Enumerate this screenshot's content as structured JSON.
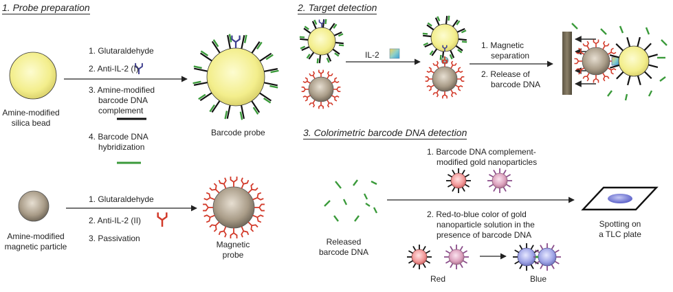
{
  "sections": {
    "probe_preparation": "1. Probe preparation",
    "target_detection": "2. Target detection",
    "colorimetric": "3. Colorimetric barcode DNA detection"
  },
  "probe": {
    "silica_bead_line1": "Amine-modified",
    "silica_bead_line2": "silica bead",
    "step1": "1. Glutaraldehyde",
    "step2": "2. Anti-IL-2 (I)",
    "step3_line1": "3. Amine-modified",
    "step3_line2": "barcode DNA",
    "step3_line3": "complement",
    "step4_line1": "4. Barcode DNA",
    "step4_line2": "hybridization",
    "barcode_probe": "Barcode probe",
    "magnetic_particle_line1": "Amine-modified",
    "magnetic_particle_line2": "magnetic particle",
    "mstep1": "1. Glutaraldehyde",
    "mstep2": "2. Anti-IL-2 (II)",
    "mstep3": "3. Passivation",
    "magnetic_probe_line1": "Magnetic",
    "magnetic_probe_line2": "probe"
  },
  "detection": {
    "il2": "IL-2",
    "step1_line1": "1. Magnetic",
    "step1_line2": "separation",
    "step2_line1": "2. Release of",
    "step2_line2": "barcode DNA"
  },
  "colorimetric": {
    "step1_line1": "1. Barcode DNA complement-",
    "step1_line2": "modified gold nanoparticles",
    "step2_line1": "2. Red-to-blue color of gold",
    "step2_line2": "nanoparticle solution in the",
    "step2_line3": "presence of barcode DNA",
    "released_line1": "Released",
    "released_line2": "barcode DNA",
    "spotting_line1": "Spotting on",
    "spotting_line2": "a TLC plate",
    "red": "Red",
    "blue": "Blue"
  },
  "colors": {
    "dna_green": "#3a9a3a",
    "antibody_blue": "#3f3f8f",
    "antibody_red": "#d23a2a",
    "silica_yellow": "#f6f29a",
    "magnetic_gray": "#a89b88"
  }
}
